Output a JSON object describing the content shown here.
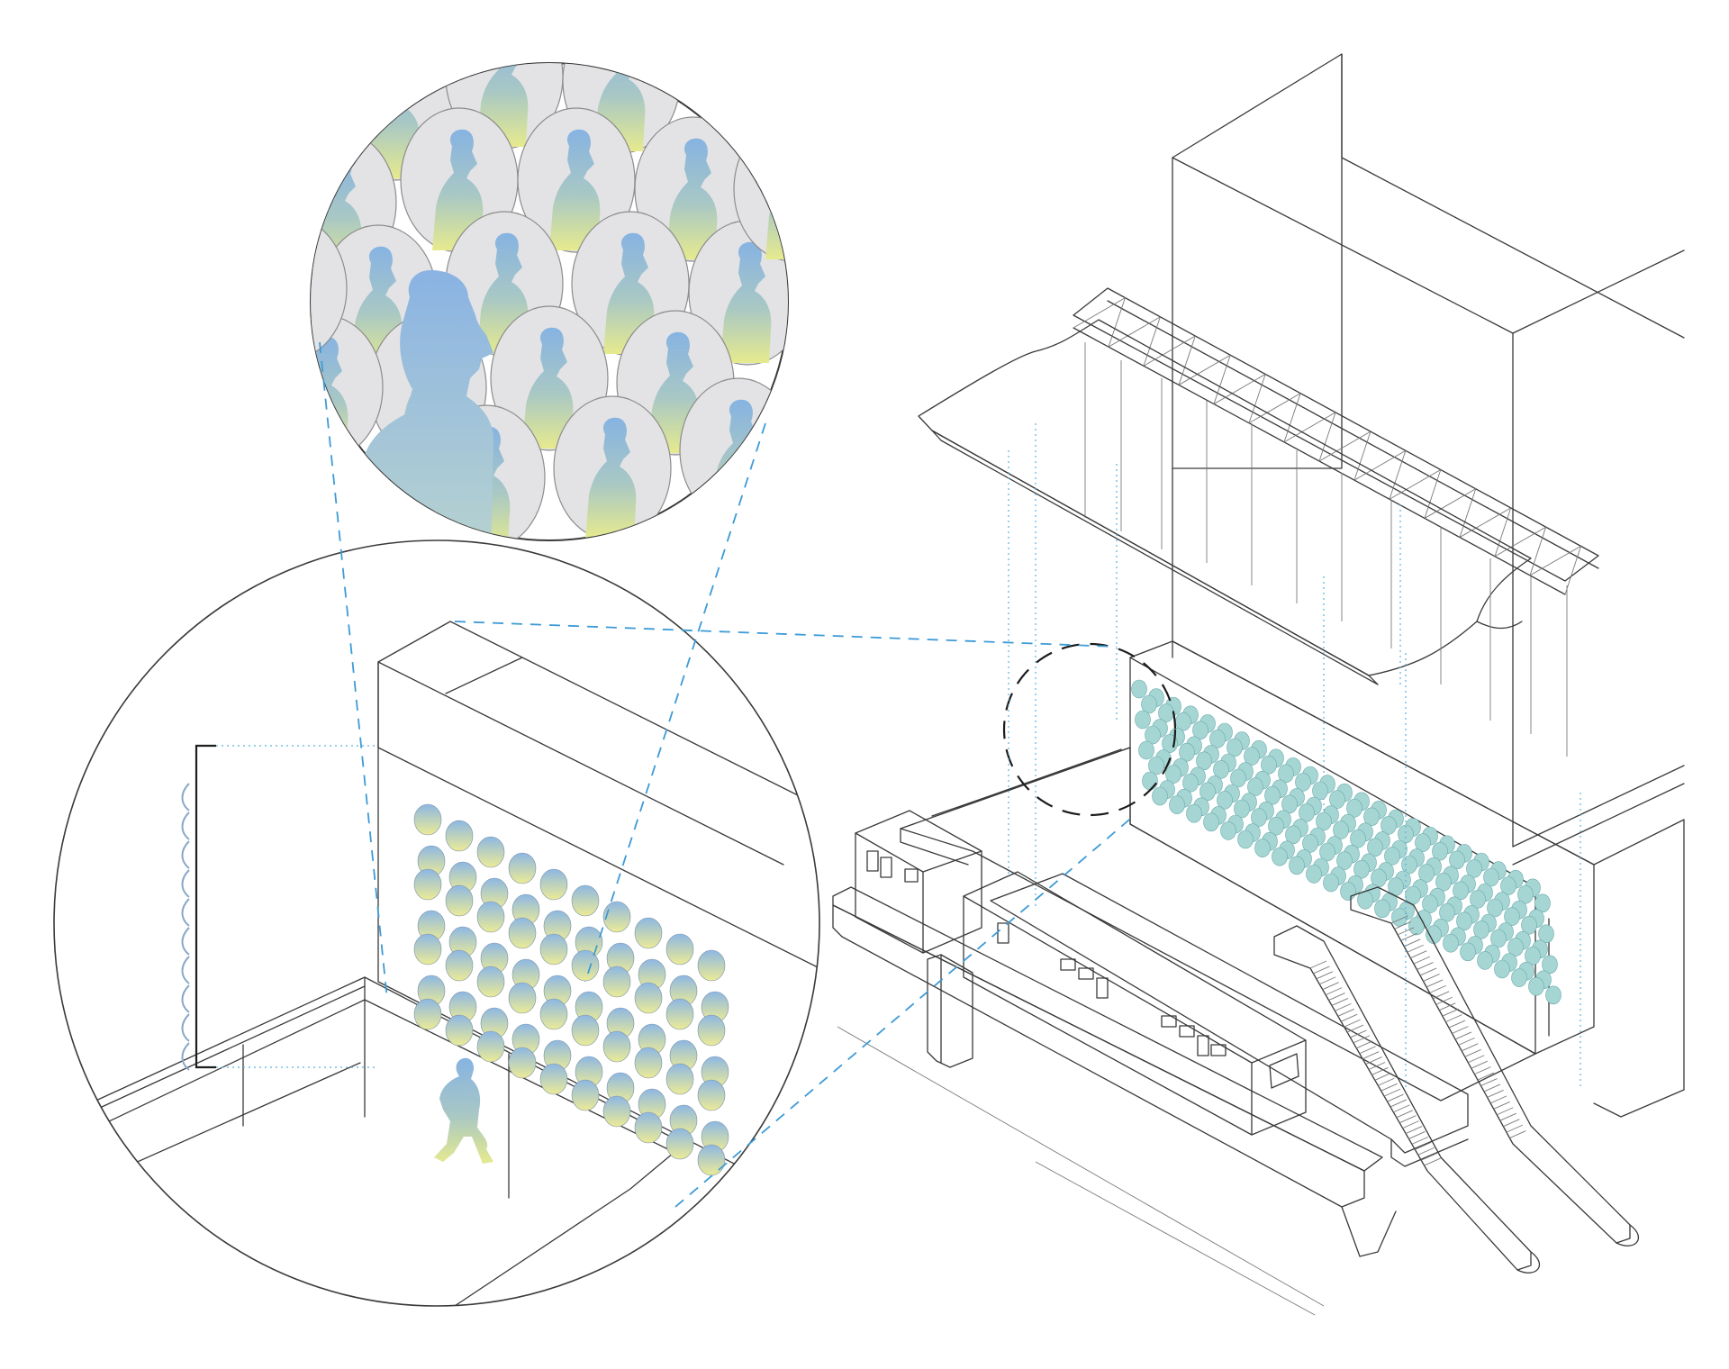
{
  "diagram": {
    "labels": [],
    "colors": {
      "line": "#3a3a3a",
      "leader": "#3d9bd6",
      "gradient_top": "#8fb8e2",
      "gradient_bottom": "#e8ec94",
      "disc_fill": "#e2e2e4",
      "panel_teal": "#a6d6d4"
    },
    "parts": [
      "detail-bubble-portraits",
      "detail-bubble-wall",
      "station-axonometric",
      "elevated-train",
      "escalators",
      "canopy-truss",
      "disc-wall-panel"
    ]
  }
}
